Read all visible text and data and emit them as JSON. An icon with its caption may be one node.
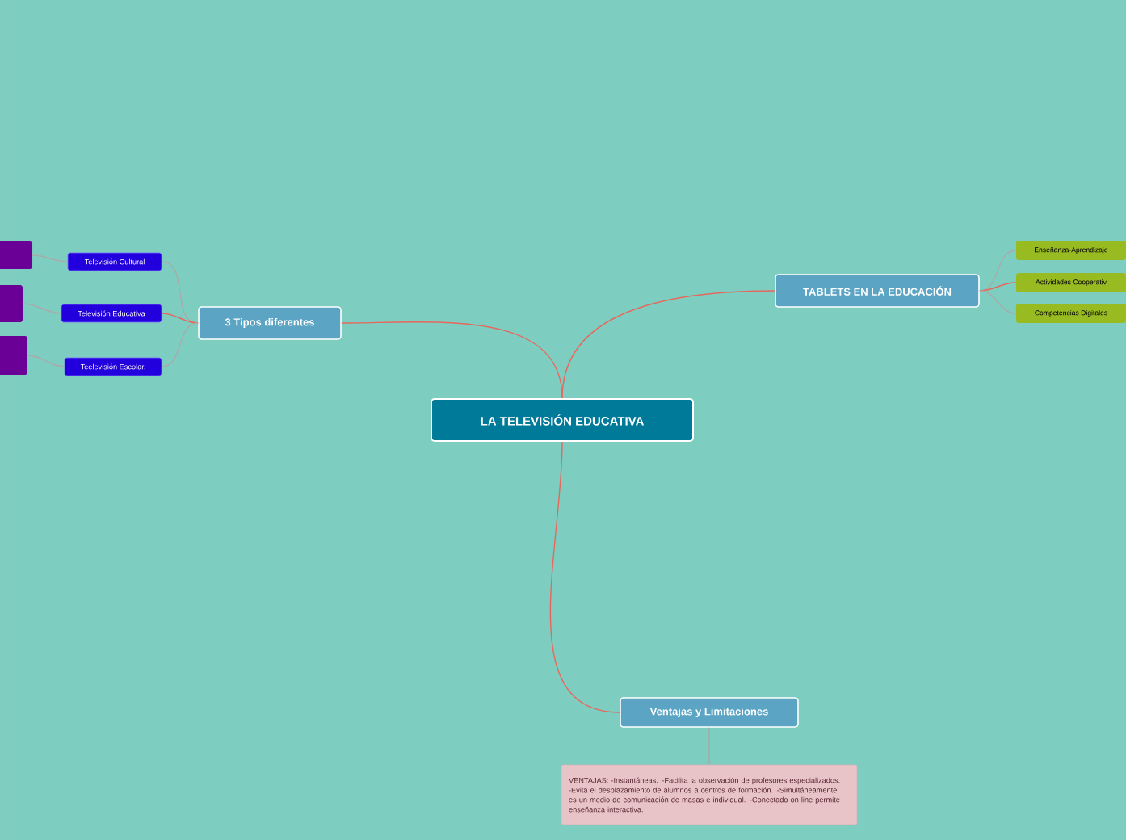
{
  "diagram": {
    "nodes": [
      {
        "text": [
          "LA TELEVISIÓN EDUCATIVA"
        ]
      },
      {
        "text": [
          "3 Tipos diferentes"
        ]
      },
      {
        "text": [
          "Televisión Cultural"
        ]
      },
      {
        "text": [
          "Televisión Educativa"
        ]
      },
      {
        "text": [
          "Teelevisión Escolar."
        ]
      },
      {
        "text": [],
        "shape": "box"
      },
      {
        "text": [],
        "shape": "box"
      },
      {
        "text": [],
        "shape": "box"
      },
      {
        "text": [
          "TABLETS EN LA EDUCACIÓN"
        ]
      },
      {
        "text": [
          "Enseñanza-Aprendizaje"
        ]
      },
      {
        "text": [
          "Actividades Cooperativ"
        ]
      },
      {
        "text": [
          "Competencias Digitales"
        ]
      },
      {
        "text": [
          "Ventajas y Limitaciones"
        ]
      },
      {
        "text": [
          "VENTAJAS: -Instantáneas. -Facilita la observación de profesores especializados. -Evita el desplazamiento de alumnos a centros de formación. -Simultáneamente es un medio de comunicación de masas e individual. -Conectado on line permite enseñanza interactiva."
        ]
      }
    ],
    "edges": [
      {
        "from": 0,
        "to": 1,
        "arrow": "none",
        "color": "#e8675c"
      },
      {
        "from": 1,
        "to": 2,
        "arrow": "none"
      },
      {
        "from": 1,
        "to": 3,
        "arrow": "none",
        "color": "#e8675c"
      },
      {
        "from": 1,
        "to": 4,
        "arrow": "none"
      },
      {
        "from": 2,
        "to": 5,
        "arrow": "none"
      },
      {
        "from": 3,
        "to": 6,
        "arrow": "none"
      },
      {
        "from": 4,
        "to": 7,
        "arrow": "none"
      },
      {
        "from": 0,
        "to": 8,
        "arrow": "none",
        "color": "#e8675c"
      },
      {
        "from": 8,
        "to": 9,
        "arrow": "none"
      },
      {
        "from": 8,
        "to": 10,
        "arrow": "none",
        "color": "#e8675c"
      },
      {
        "from": 8,
        "to": 11,
        "arrow": "none"
      },
      {
        "from": 0,
        "to": 12,
        "arrow": "none",
        "color": "#e8675c"
      },
      {
        "from": 12,
        "to": 13,
        "arrow": "none"
      }
    ]
  }
}
